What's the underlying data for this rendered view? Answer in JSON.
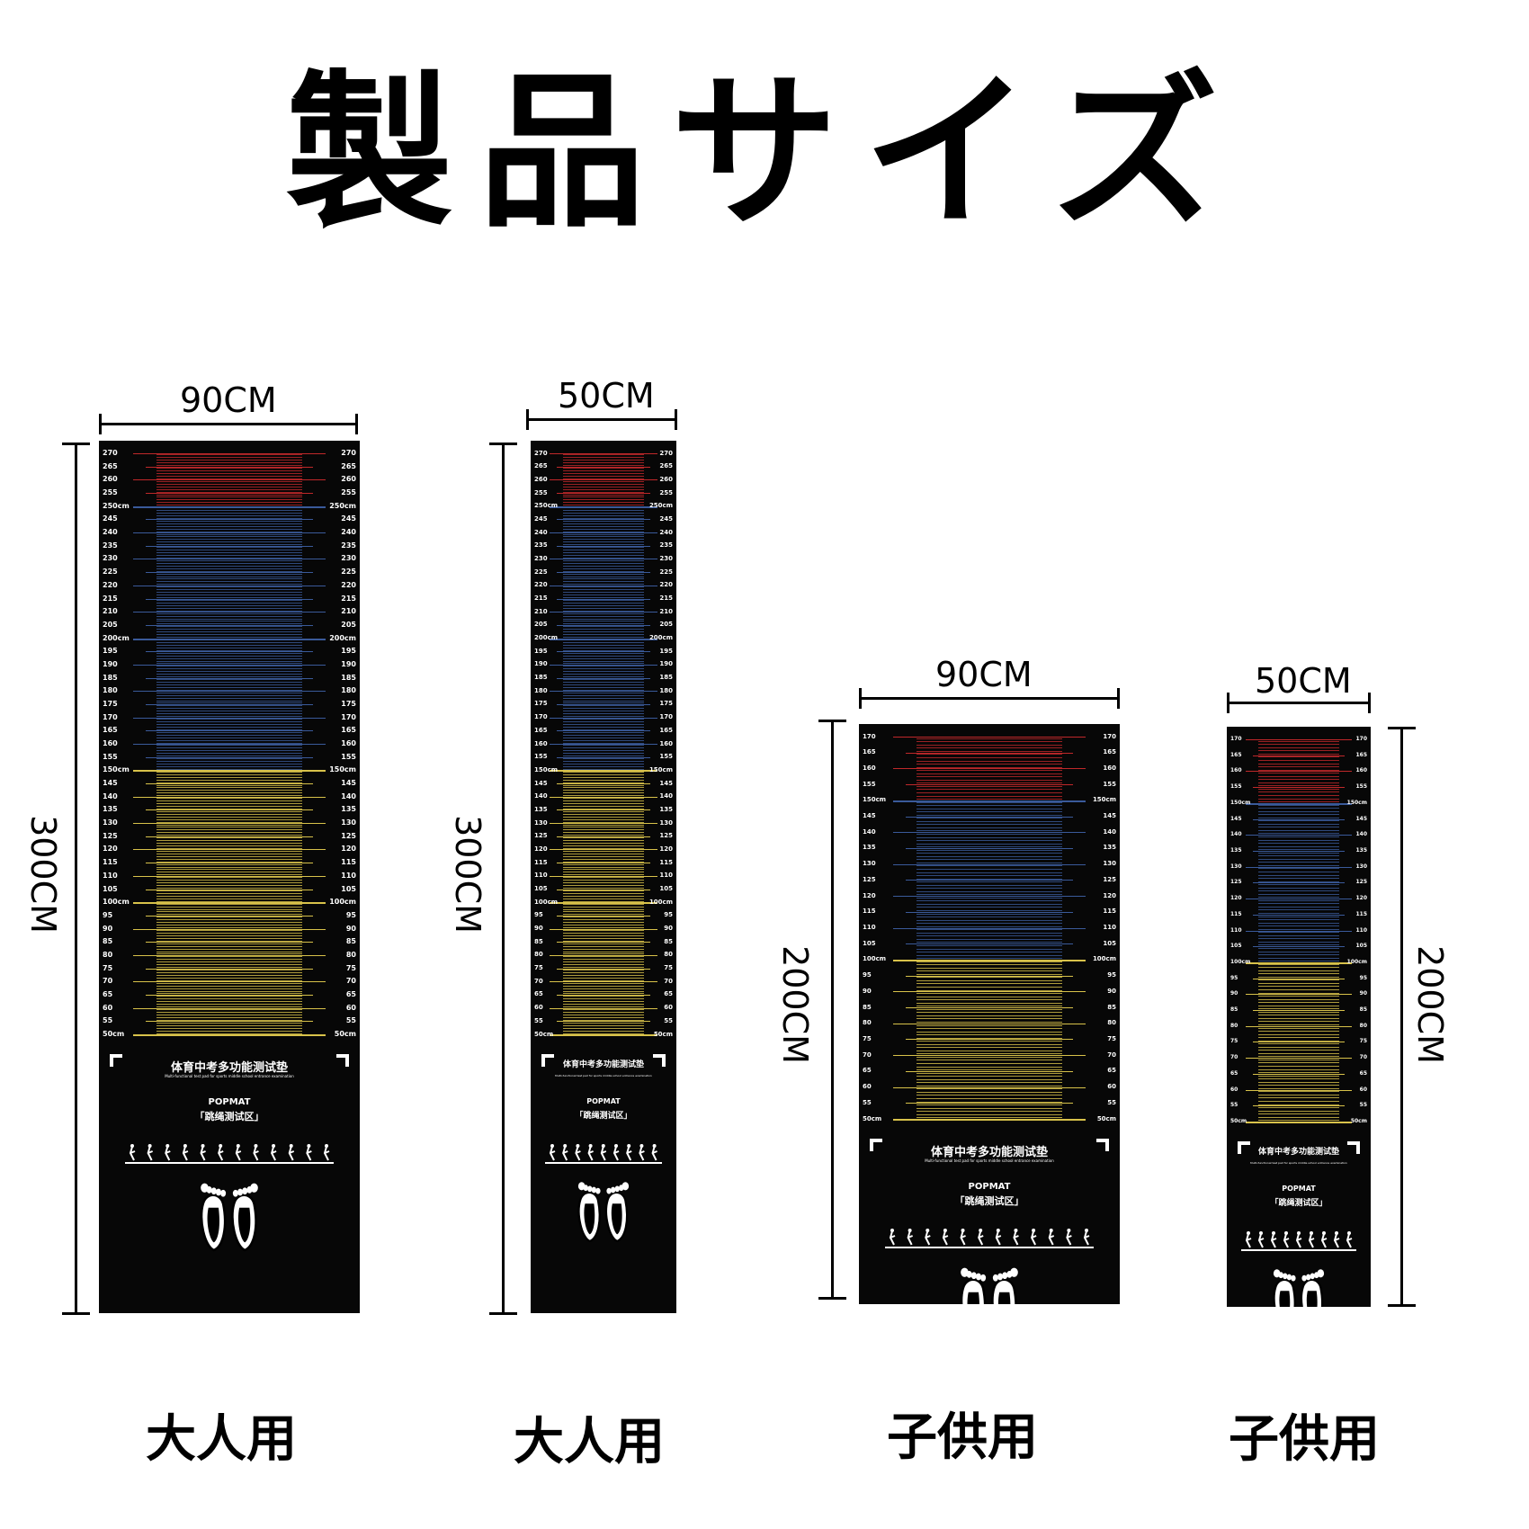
{
  "title": "製品サイズ",
  "products": [
    {
      "id": "adult-90",
      "caption": "大人用",
      "width_label": "90CM",
      "height_label": "300CM",
      "top_value": 270,
      "red_from": 250,
      "blue_from": 150,
      "yellow_from": 50
    },
    {
      "id": "adult-50",
      "caption": "大人用",
      "width_label": "50CM",
      "height_label": "300CM",
      "top_value": 270,
      "red_from": 250,
      "blue_from": 150,
      "yellow_from": 50
    },
    {
      "id": "kids-90",
      "caption": "子供用",
      "width_label": "90CM",
      "height_label": "200CM",
      "top_value": 170,
      "red_from": 150,
      "blue_from": 100,
      "yellow_from": 50
    },
    {
      "id": "kids-50",
      "caption": "子供用",
      "width_label": "50CM",
      "height_label": "200CM",
      "top_value": 170,
      "red_from": 150,
      "blue_from": 100,
      "yellow_from": 50
    }
  ],
  "mat_text": {
    "heading": "体育中考多功能测试垫",
    "subheading": "Multi-functional test pad for sports middle school entrance examination",
    "brand": "POPMAT",
    "zone": "「跳绳测试区」"
  },
  "colors": {
    "mat": "#070707",
    "red": "#c0282a",
    "blue": "#3a5a9a",
    "yellow": "#d8c24a"
  },
  "icons": [
    "footprints-icon",
    "jump-rope-figures-icon",
    "corner-bracket-icon"
  ]
}
